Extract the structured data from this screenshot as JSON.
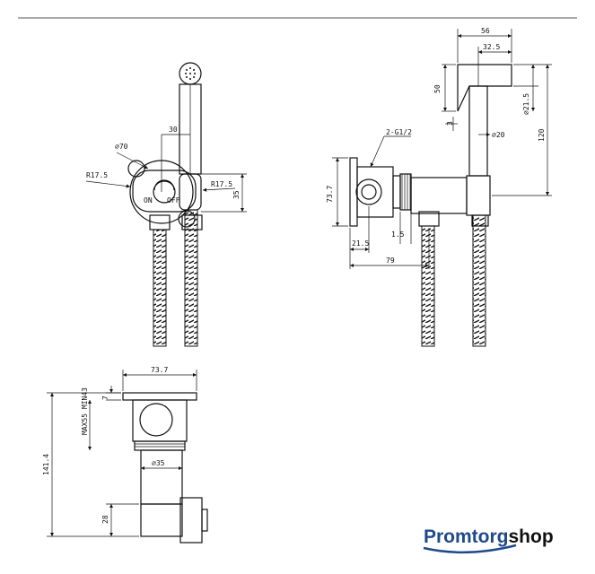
{
  "dimensions": {
    "front": {
      "d70": "∅70",
      "d30": "30",
      "r17_5_left": "R17.5",
      "r17_5_right": "R17.5",
      "d35": "35"
    },
    "side": {
      "d56": "56",
      "d32_5": "32.5",
      "d50": "50",
      "d21_5_dia": "∅21.5",
      "d3": "3",
      "d20_dia": "∅20",
      "d120": "120",
      "thread": "2-G1/2",
      "d73_7": "73.7",
      "d21_5": "21.5",
      "d1_5": "1.5",
      "d79": "79"
    },
    "bottom": {
      "d73_7": "73.7",
      "d7": "7",
      "max_min": "MAX55 MIN43",
      "d141_4": "141.4",
      "d35_dia": "∅35",
      "d28": "28"
    }
  },
  "logo": {
    "brand": "Promtorg",
    "suffix": "shop",
    "brand_color": "#1f4a8a",
    "suffix_color": "#111111"
  }
}
